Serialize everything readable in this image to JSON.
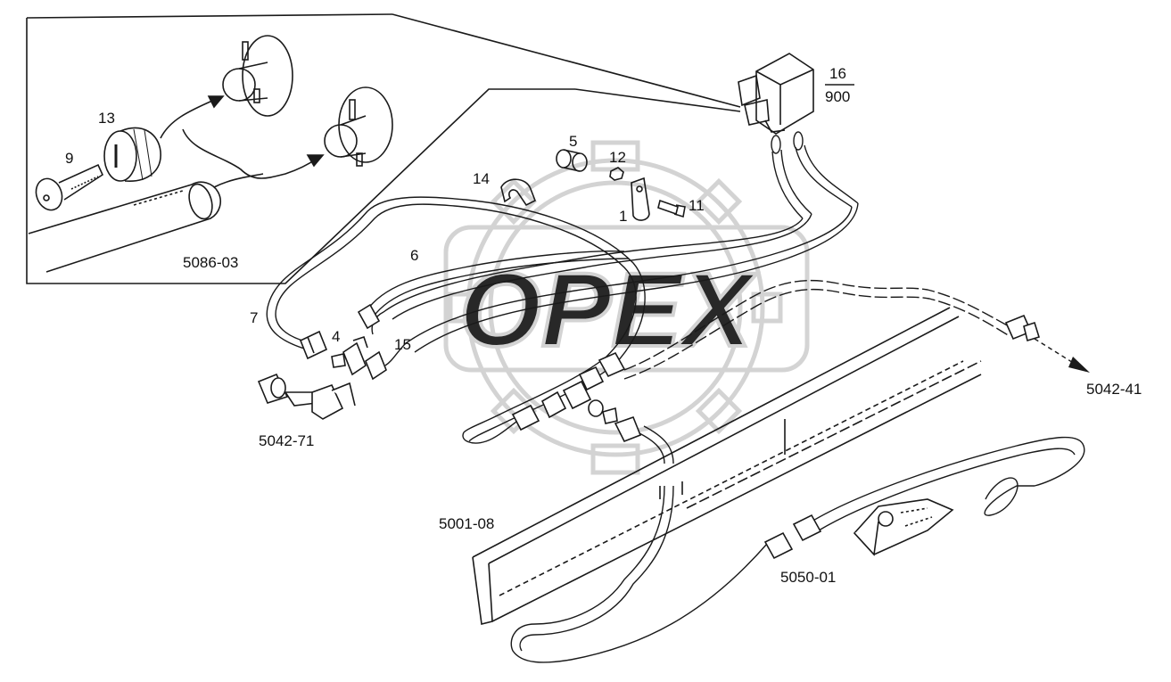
{
  "labels": {
    "l16": "16",
    "l900": "900",
    "l5": "5",
    "l12": "12",
    "l14": "14",
    "l1": "1",
    "l11": "11",
    "l13": "13",
    "l9": "9",
    "l5086": "5086-03",
    "l6": "6",
    "l7": "7",
    "l4": "4",
    "l15": "15",
    "l5042_71": "5042-71",
    "l5042_41": "5042-41",
    "l5001": "5001-08",
    "l5050": "5050-01"
  },
  "watermark": {
    "text": "OPEX",
    "color": "#d6d6d6"
  },
  "colors": {
    "line": "#1a1a1a",
    "background": "#ffffff"
  }
}
